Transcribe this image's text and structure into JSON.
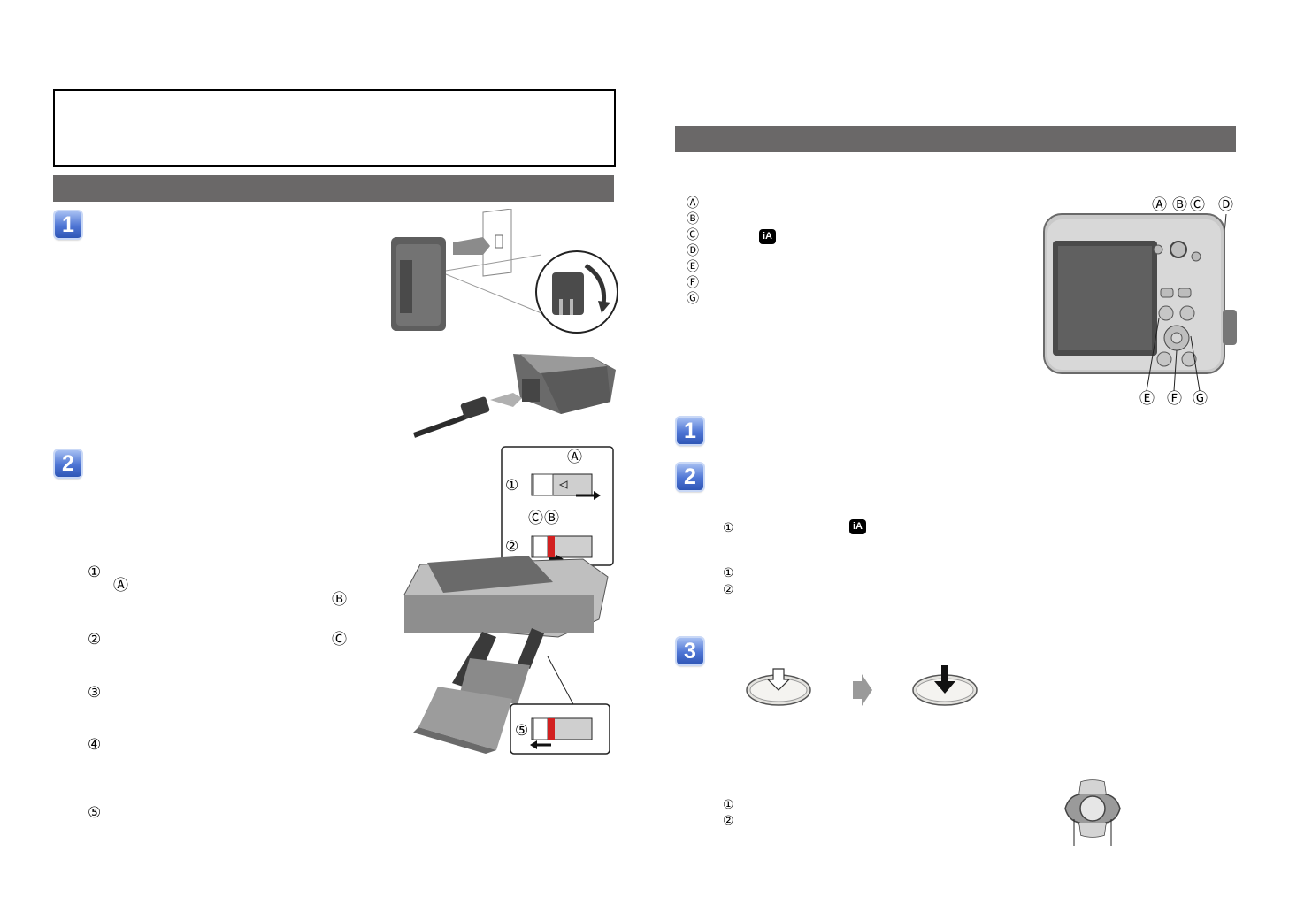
{
  "left_page": {
    "steps": [
      "1",
      "2"
    ],
    "charger_plug_callouts": [],
    "battery_lever_labels": {
      "a": "Ⓐ",
      "b": "Ⓑ",
      "c": "Ⓒ",
      "one": "①",
      "two": "②",
      "five": "⑤"
    },
    "insertion_items": [
      {
        "num": "①",
        "marker": "Ⓐ"
      },
      {
        "num": "②"
      },
      {
        "num": "③"
      },
      {
        "num": "④"
      },
      {
        "num": "⑤"
      }
    ],
    "inline_markers": {
      "b": "Ⓑ",
      "c": "Ⓒ"
    }
  },
  "right_page": {
    "parts_list": [
      "Ⓐ",
      "Ⓑ",
      "Ⓒ",
      "Ⓓ",
      "Ⓔ",
      "Ⓕ",
      "Ⓖ"
    ],
    "ia_icon_text": "iA",
    "camera_top_labels": [
      "Ⓐ",
      "Ⓑ",
      "Ⓒ",
      "Ⓓ"
    ],
    "camera_bottom_labels": [
      "Ⓔ",
      "Ⓕ",
      "Ⓖ"
    ],
    "steps": [
      "1",
      "2",
      "3"
    ],
    "step2_items": {
      "first": "①",
      "sub": [
        "①",
        "②"
      ]
    },
    "step3_items": [
      "①",
      "②"
    ]
  },
  "colors": {
    "section_bar": "#6a6868",
    "step_badge": "#4e75d4",
    "lever_red": "#d22020",
    "shutter_fill": "#ecebe7"
  }
}
